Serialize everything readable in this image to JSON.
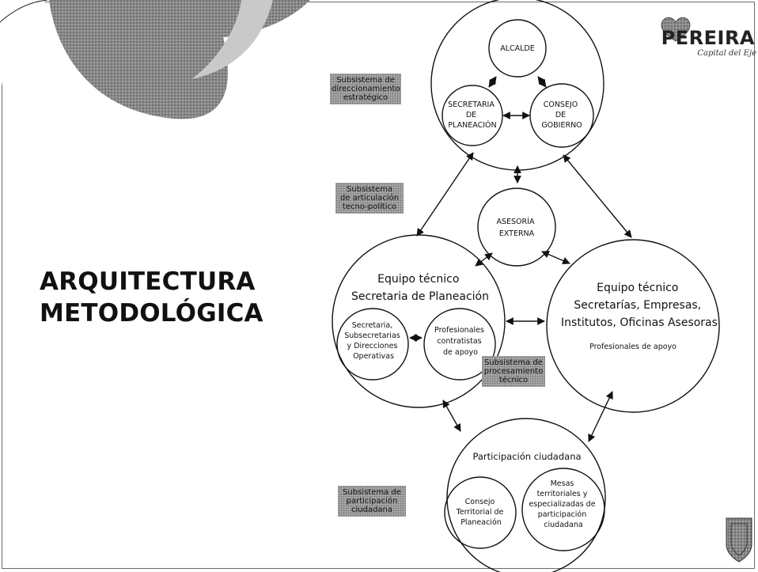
{
  "title": {
    "line1": "ARQUITECTURA",
    "line2": "METODOLÓGICA"
  },
  "logo": {
    "name": "PEREIRA",
    "tagline": "Capital del Eje"
  },
  "subsystems": {
    "direccionamiento": [
      "Subsistema de",
      "direccionamiento",
      "estratégico"
    ],
    "articulacion": [
      "Subsistema",
      "de articulación",
      "tecno-político"
    ],
    "procesamiento": [
      "Subsistema de",
      "procesamiento",
      "técnico"
    ],
    "participacion": [
      "Subsistema de",
      "participación",
      "ciudadana"
    ]
  },
  "nodes": {
    "alcalde": [
      "ALCALDE"
    ],
    "secretaria_planeacion": [
      "SECRETARIA",
      "DE",
      "PLANEACIÓN"
    ],
    "consejo_gobierno": [
      "CONSEJO",
      "DE",
      "GOBIERNO"
    ],
    "asesoria_externa": [
      "ASESORÍA",
      "EXTERNA"
    ],
    "equipo_planeacion_title": [
      "Equipo técnico",
      "Secretaria de Planeación"
    ],
    "secretaria_sub": [
      "Secretaria,",
      "Subsecretarias",
      "y Direcciones",
      "Operativas"
    ],
    "profesionales_contratistas": [
      "Profesionales",
      "contratistas",
      "de apoyo"
    ],
    "equipo_secretarias_title": [
      "Equipo técnico",
      "Secretarías, Empresas,",
      "Institutos, Oficinas Asesoras"
    ],
    "profesionales_apoyo": [
      "Profesionales de apoyo"
    ],
    "participacion_title": [
      "Participación ciudadana"
    ],
    "consejo_territorial": [
      "Consejo",
      "Territorial de",
      "Planeación"
    ],
    "mesas": [
      "Mesas",
      "territoriales y",
      "especializadas de",
      "participación",
      "ciudadana"
    ]
  },
  "colors": {
    "decor": "#8a8a8a",
    "stroke": "#111111",
    "tag_bg": "#a9a9a9"
  }
}
